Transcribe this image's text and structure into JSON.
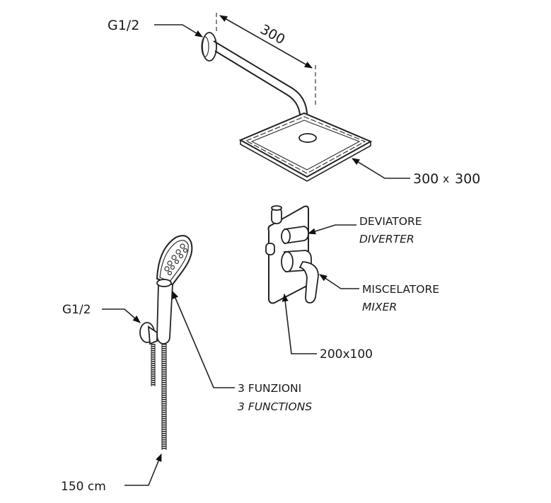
{
  "labels": {
    "arm_thread": "G1/2",
    "arm_length": "300",
    "head_size_a": "300",
    "head_size_x": "x",
    "head_size_b": "300",
    "diverter_it": "DEVIATORE",
    "diverter_en": "DIVERTER",
    "mixer_it": "MISCELATORE",
    "mixer_en": "MIXER",
    "plate_size": "200x100",
    "hand_thread": "G1/2",
    "functions_it": "3 FUNZIONI",
    "functions_en": "3 FUNCTIONS",
    "hose_length": "150 cm"
  }
}
